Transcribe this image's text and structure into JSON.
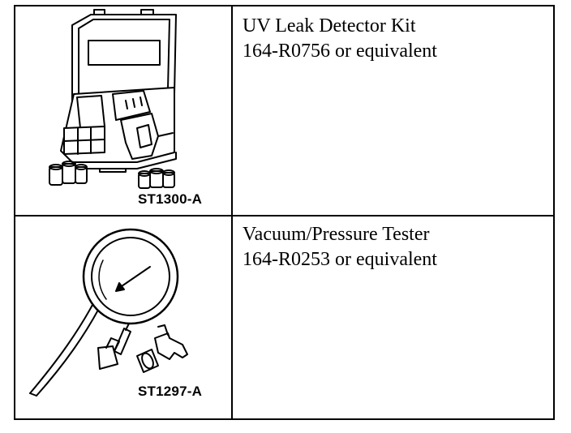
{
  "tools": [
    {
      "art_code": "ST1300-A",
      "name": "UV Leak Detector Kit",
      "part": "164-R0756 or equivalent",
      "illustration_icon": "uv-leak-detector-kit-case"
    },
    {
      "art_code": "ST1297-A",
      "name": "Vacuum/Pressure Tester",
      "part": "164-R0253 or equivalent",
      "illustration_icon": "vacuum-pressure-gauge"
    }
  ]
}
